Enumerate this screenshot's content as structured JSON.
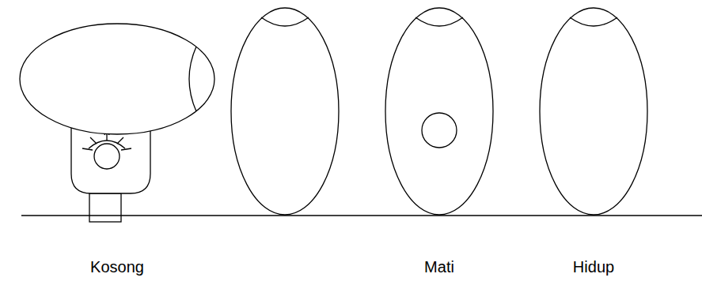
{
  "diagram": {
    "labels": [
      "Kosong",
      "Mati",
      "Hidup"
    ]
  }
}
